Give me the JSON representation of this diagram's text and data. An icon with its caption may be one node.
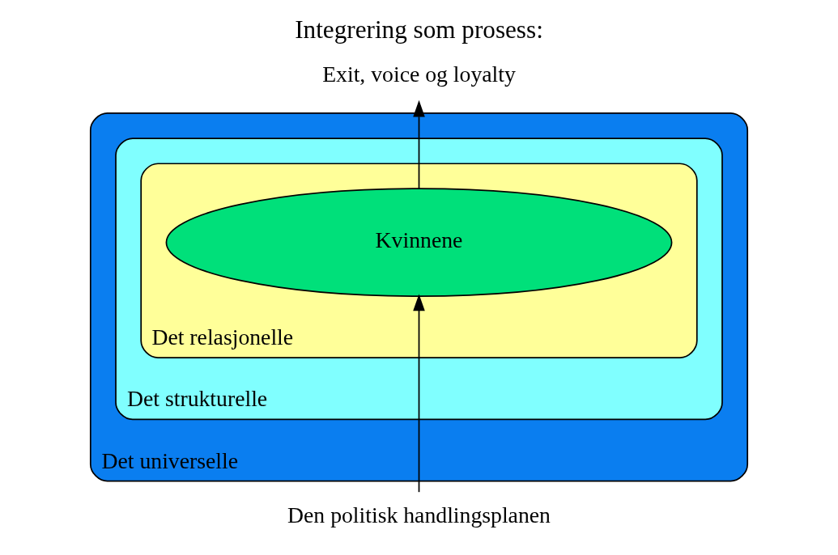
{
  "diagram": {
    "title": "Integrering som prosess:",
    "nodes": [
      {
        "text": [
          "Exit, voice og loyalty"
        ]
      },
      {
        "text": [
          "Det universelle"
        ]
      },
      {
        "text": [
          "Det strukturelle"
        ],
        "in": 1
      },
      {
        "text": [
          "Det relasjonelle"
        ],
        "in": 2
      },
      {
        "text": [
          "Kvinnene"
        ],
        "in": 3
      },
      {
        "text": [
          "Den politisk handlingsplanen"
        ]
      }
    ],
    "edges": [
      {
        "from": 5,
        "to": 4,
        "arrow": "to"
      },
      {
        "from": 4,
        "to": 0,
        "arrow": "to"
      }
    ]
  }
}
